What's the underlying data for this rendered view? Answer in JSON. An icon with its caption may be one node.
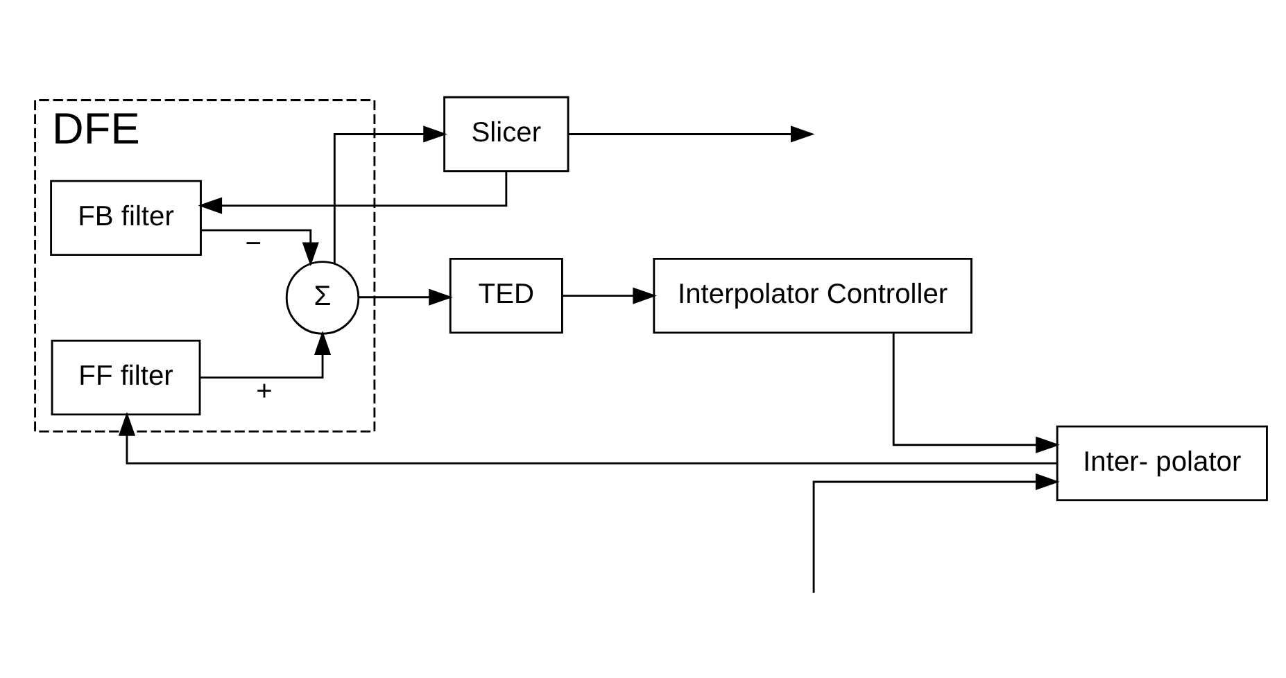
{
  "diagram": {
    "nodes": [
      {
        "text": [
          "DFE"
        ]
      },
      {
        "text": [
          "FB filter"
        ],
        "in": 0
      },
      {
        "text": [
          "FF filter"
        ],
        "in": 0
      },
      {
        "text": [
          "Σ"
        ],
        "in": 0
      },
      {
        "text": [
          "Inter- polator"
        ]
      },
      {
        "text": [
          "Slicer"
        ]
      },
      {
        "text": [
          "TED"
        ]
      },
      {
        "text": [
          "Interpolator Controller"
        ]
      }
    ],
    "edges": [
      {
        "from": null,
        "to": 4,
        "arrow": "to"
      },
      {
        "from": 4,
        "to": 2,
        "arrow": "to"
      },
      {
        "from": 2,
        "to": 3,
        "arrow": "to",
        "label": "+"
      },
      {
        "from": 1,
        "to": 3,
        "arrow": "to",
        "label": "−"
      },
      {
        "from": 3,
        "to": 5,
        "arrow": "to"
      },
      {
        "from": 3,
        "to": 6,
        "arrow": "to"
      },
      {
        "from": 5,
        "to": 1,
        "arrow": "to"
      },
      {
        "from": 5,
        "to": null,
        "arrow": "to"
      },
      {
        "from": 6,
        "to": 7,
        "arrow": "to"
      },
      {
        "from": 7,
        "to": 4,
        "arrow": "to"
      }
    ]
  }
}
